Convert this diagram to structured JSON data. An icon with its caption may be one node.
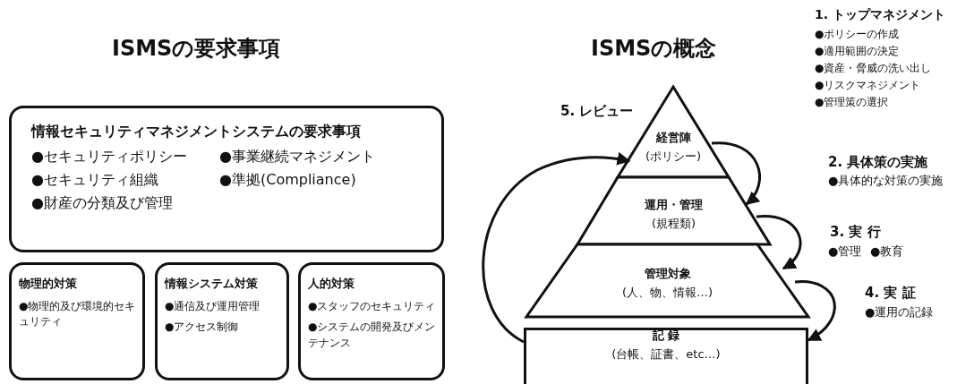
{
  "diagram": {
    "nodes": [
      {
        "text": [
          "情報セキュリティマネジメントシステムの要求事項",
          "●セキュリティポリシー",
          "●事業継続マネジメント",
          "●セキュリティ組織",
          "●準拠(Compliance)",
          "●財産の分類及び管理"
        ]
      },
      {
        "text": [
          "物理的対策",
          "●物理的及び環境的セキュリティ"
        ]
      },
      {
        "text": [
          "情報システム対策",
          "●通信及び運用管理",
          "●アクセス制御"
        ]
      },
      {
        "text": [
          "人的対策",
          "●スタッフのセキュリティ",
          "●システムの開発及びメンテナンス"
        ]
      },
      {
        "text": [
          "経営陣",
          "(ポリシー)"
        ]
      },
      {
        "text": [
          "運用・管理",
          "(規程類)"
        ]
      },
      {
        "text": [
          "管理対象",
          "(人、物、情報…)"
        ]
      },
      {
        "text": [
          "記 録",
          "(台帳、証書、etc…)"
        ]
      }
    ],
    "edges": [
      {
        "from": 4,
        "to": 5,
        "arrow": "to"
      },
      {
        "from": 5,
        "to": 6,
        "arrow": "to"
      },
      {
        "from": 6,
        "to": 7,
        "arrow": "to"
      },
      {
        "from": 7,
        "to": 4,
        "arrow": "to"
      }
    ],
    "labels": [
      "ISMSの要求事項",
      "ISMSの概念",
      "1. トップマネジメント",
      "●ポリシーの作成",
      "●適用範囲の決定",
      "●資産・脅威の洗い出し",
      "●リスクマネジメント",
      "●管理策の選択",
      "5. レビュー",
      "2. 具体策の実施",
      "●具体的な対策の実施",
      "3. 実 行",
      "●管理",
      "●教育",
      "4. 実 証",
      "●運用の記録"
    ]
  }
}
